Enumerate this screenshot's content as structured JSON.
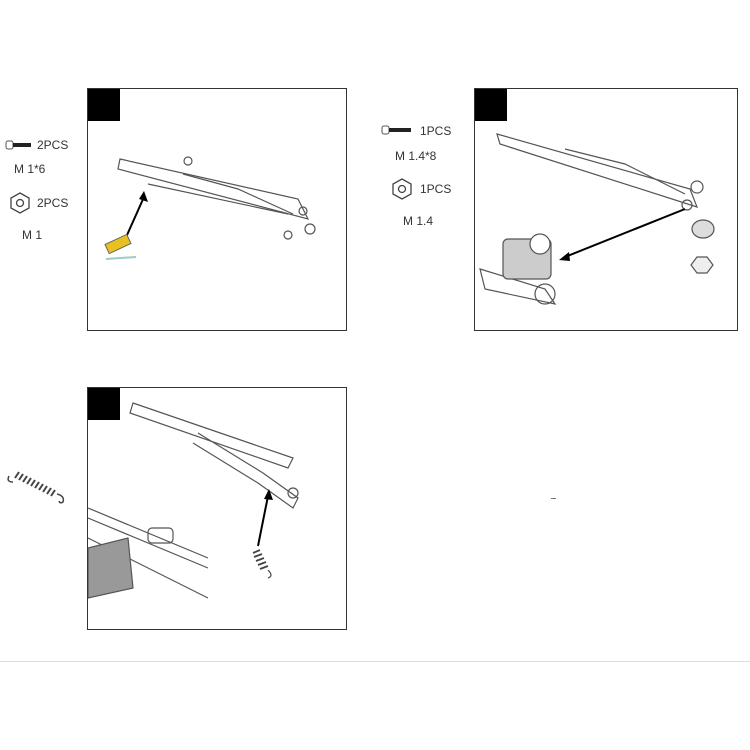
{
  "step1": {
    "parts": [
      {
        "icon": "screw-icon",
        "qty": "2PCS",
        "size": "M 1*6"
      },
      {
        "icon": "nut-icon",
        "qty": "2PCS",
        "size": "M 1"
      }
    ]
  },
  "step2": {
    "parts": [
      {
        "icon": "screw-icon",
        "qty": "1PCS",
        "size": "M 1.4*8"
      },
      {
        "icon": "nut-icon",
        "qty": "1PCS",
        "size": "M 1.4"
      }
    ]
  },
  "step3": {
    "parts": [
      {
        "icon": "spring-icon"
      }
    ]
  },
  "colors": {
    "glue": "#e8c020",
    "border": "#333333"
  }
}
